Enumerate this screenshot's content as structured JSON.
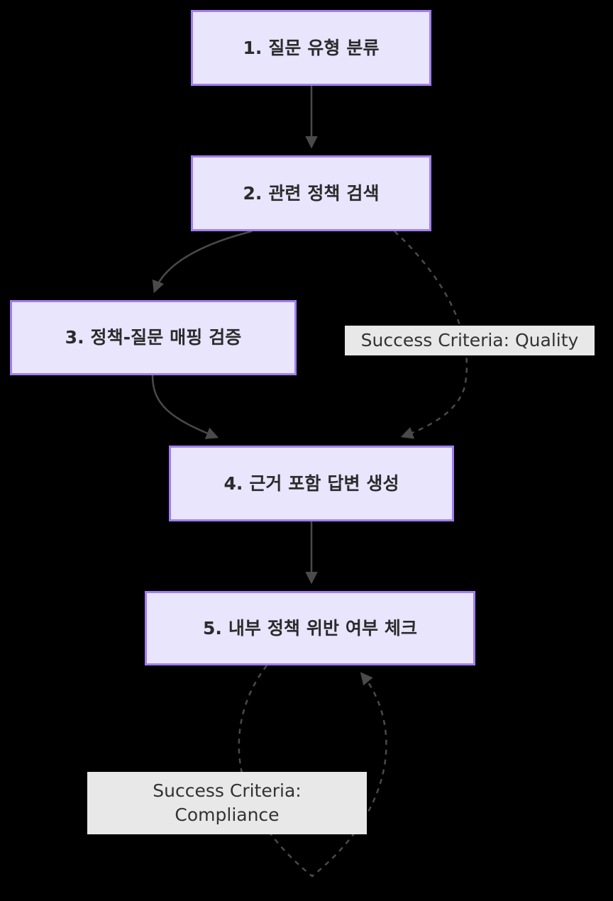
{
  "diagram": {
    "type": "flowchart",
    "direction": "top-to-bottom",
    "background_color": "#000000",
    "node_fill_color": "#e8e5fd",
    "node_border_color": "#a07ef0",
    "edge_color": "#4a4a4a",
    "label_background_color": "#e8e8e8",
    "nodes": [
      {
        "id": "n1",
        "label": "1. 질문 유형 분류"
      },
      {
        "id": "n2",
        "label": "2. 관련 정책 검색"
      },
      {
        "id": "n3",
        "label": "3. 정책-질문 매핑 검증"
      },
      {
        "id": "n4",
        "label": "4. 근거 포함 답변 생성"
      },
      {
        "id": "n5",
        "label": "5. 내부 정책 위반 여부 체크"
      }
    ],
    "edges": [
      {
        "from": "n1",
        "to": "n2",
        "style": "solid",
        "label": ""
      },
      {
        "from": "n2",
        "to": "n3",
        "style": "solid",
        "label": ""
      },
      {
        "from": "n3",
        "to": "n4",
        "style": "solid",
        "label": ""
      },
      {
        "from": "n2",
        "to": "n4",
        "style": "dashed",
        "label": "Success Criteria: Quality"
      },
      {
        "from": "n4",
        "to": "n5",
        "style": "solid",
        "label": ""
      },
      {
        "from": "n5",
        "to": "n5",
        "style": "dashed",
        "label": "Success Criteria:\nCompliance"
      }
    ],
    "labels": {
      "quality": "Success Criteria: Quality",
      "compliance": "Success Criteria:\nCompliance"
    }
  }
}
